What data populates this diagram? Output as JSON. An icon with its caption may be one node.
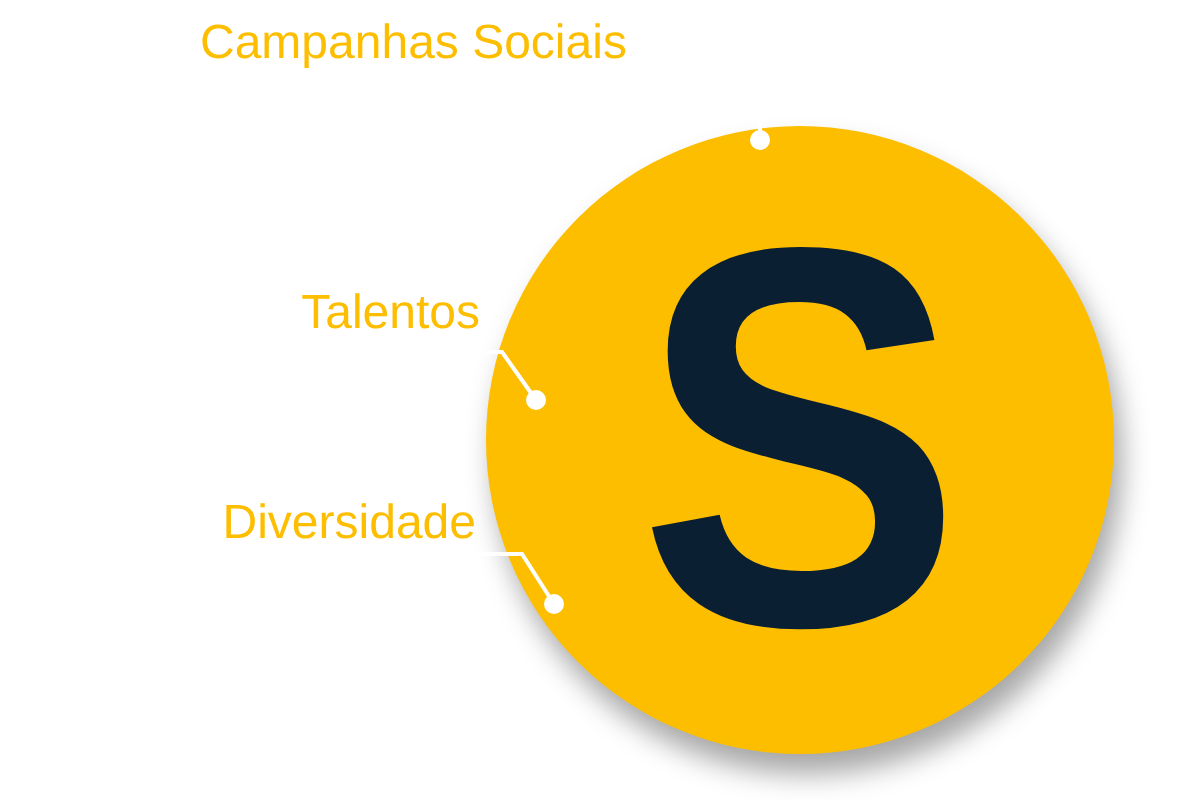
{
  "diagram": {
    "nodes": [
      {
        "text": [
          "S"
        ]
      },
      {
        "text": [
          "Campanhas Sociais"
        ]
      },
      {
        "text": [
          "Talentos"
        ]
      },
      {
        "text": [
          "Diversidade"
        ]
      }
    ],
    "edges": [
      {
        "from": 1,
        "to": 0,
        "arrow": "other"
      },
      {
        "from": 2,
        "to": 0,
        "arrow": "other"
      },
      {
        "from": 3,
        "to": 0,
        "arrow": "other"
      }
    ]
  }
}
